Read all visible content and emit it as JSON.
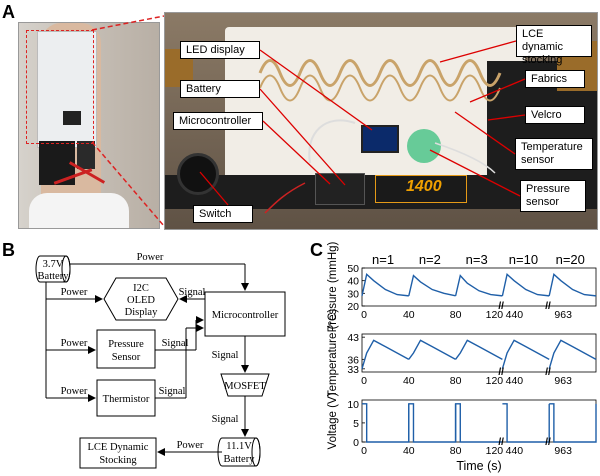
{
  "panels": {
    "a": "A",
    "b": "B",
    "c": "C"
  },
  "panel_a": {
    "callouts": {
      "led_display": "LED display",
      "battery": "Battery",
      "microcontroller": "Microcontroller",
      "switch": "Switch",
      "lce_stocking": "LCE dynamic stocking",
      "fabrics": "Fabrics",
      "velcro": "Velcro",
      "temperature_sensor": "Temperature sensor",
      "pressure_sensor": "Pressure sensor"
    },
    "battery_print": "1400"
  },
  "panel_b": {
    "battery_37": "3.7V Battery",
    "power_top": "Power",
    "oled": "I2C OLED Display",
    "microcontroller": "Microcontroller",
    "pressure_sensor": "Pressure Sensor",
    "thermistor": "Thermistor",
    "mosfet": "MOSFET",
    "battery_111": "11.1V Battery",
    "lce": "LCE Dynamic Stocking",
    "power": "Power",
    "signal": "Signal"
  },
  "chart_data": {
    "type": "line",
    "cycle_labels": [
      "n=1",
      "n=2",
      "n=3",
      "n=10",
      "n=20"
    ],
    "xlabel": "Time (s)",
    "xticks": [
      "0",
      "40",
      "80",
      "120",
      "440",
      "963"
    ],
    "axis_break": "//",
    "subplots": [
      {
        "ylabel": "Pressure (mmHg)",
        "yticks": [
          20,
          30,
          40,
          50
        ],
        "ylim": [
          20,
          50
        ],
        "series": {
          "x": [
            0,
            4,
            10,
            20,
            30,
            40,
            44,
            50,
            60,
            70,
            80,
            84,
            90,
            100,
            110,
            120
          ],
          "y": [
            28,
            45,
            40,
            33,
            29,
            28,
            44,
            39,
            33,
            30,
            28,
            44,
            38,
            32,
            29,
            28
          ]
        }
      },
      {
        "ylabel": "Temperature (°C)",
        "yticks": [
          33,
          36,
          43
        ],
        "ylim": [
          32,
          44
        ],
        "series": {
          "x": [
            0,
            4,
            10,
            20,
            30,
            40,
            44,
            50,
            60,
            70,
            80,
            84,
            90,
            100,
            110,
            120
          ],
          "y": [
            33,
            38,
            42,
            40,
            38,
            36,
            38,
            42,
            40,
            38,
            36,
            38,
            42,
            40,
            38,
            36
          ]
        }
      },
      {
        "ylabel": "Voltage (V)",
        "yticks": [
          0,
          5,
          10
        ],
        "ylim": [
          0,
          11
        ],
        "series": {
          "x": [
            0,
            0,
            4,
            4,
            40,
            40,
            44,
            44,
            80,
            80,
            84,
            84,
            120
          ],
          "y": [
            10,
            10,
            10,
            0,
            0,
            10,
            10,
            0,
            0,
            10,
            10,
            0,
            0
          ]
        }
      }
    ],
    "colors": {
      "line": "#1f5fa8"
    }
  }
}
